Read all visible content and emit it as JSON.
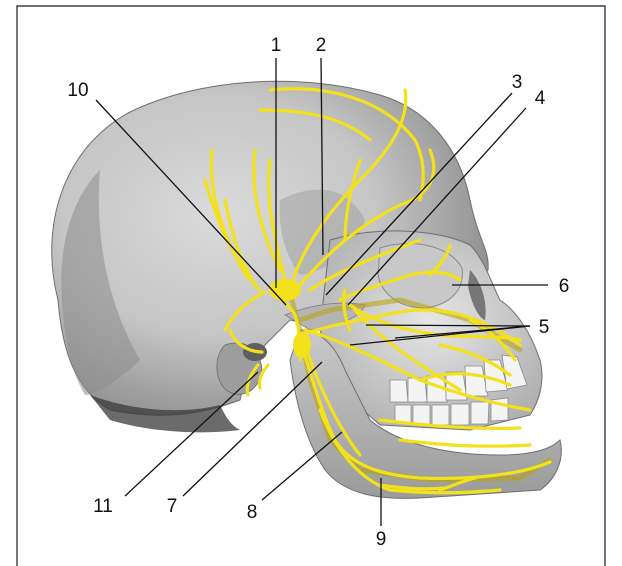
{
  "figure": {
    "labels": [
      "1",
      "2",
      "3",
      "4",
      "5",
      "6",
      "7",
      "8",
      "9",
      "10",
      "11"
    ]
  },
  "colors": {
    "background": "#ffffff",
    "nerve": "#f2e11b",
    "nerve_outline": "#b8a400",
    "bone_light": "#d9d9d9",
    "bone_mid": "#b9b9b9",
    "bone_dark": "#7d7d7d",
    "teeth": "#f4f4f4",
    "leader": "#111111"
  }
}
